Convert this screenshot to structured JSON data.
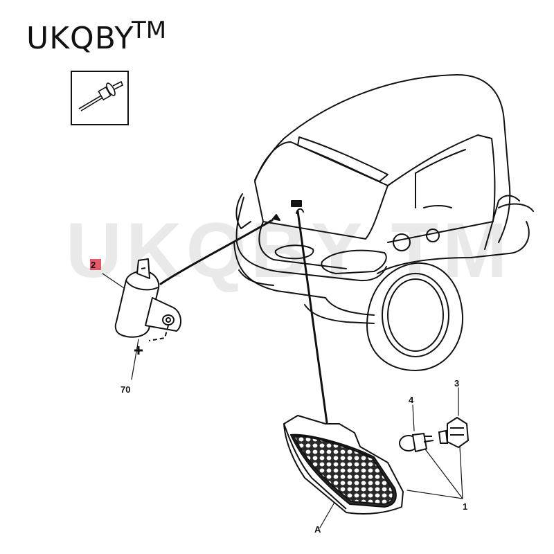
{
  "brand": {
    "name": "UKQBY",
    "trademark": "TM"
  },
  "watermark": {
    "text": "UKQBY TM"
  },
  "diagram": {
    "callouts": {
      "p2": "2",
      "p70": "70",
      "p3": "3",
      "p4": "4",
      "p1": "1",
      "pA": "A"
    },
    "colors": {
      "line": "#111111",
      "highlight": "#d9233a",
      "watermark": "#e9e9e9"
    }
  }
}
